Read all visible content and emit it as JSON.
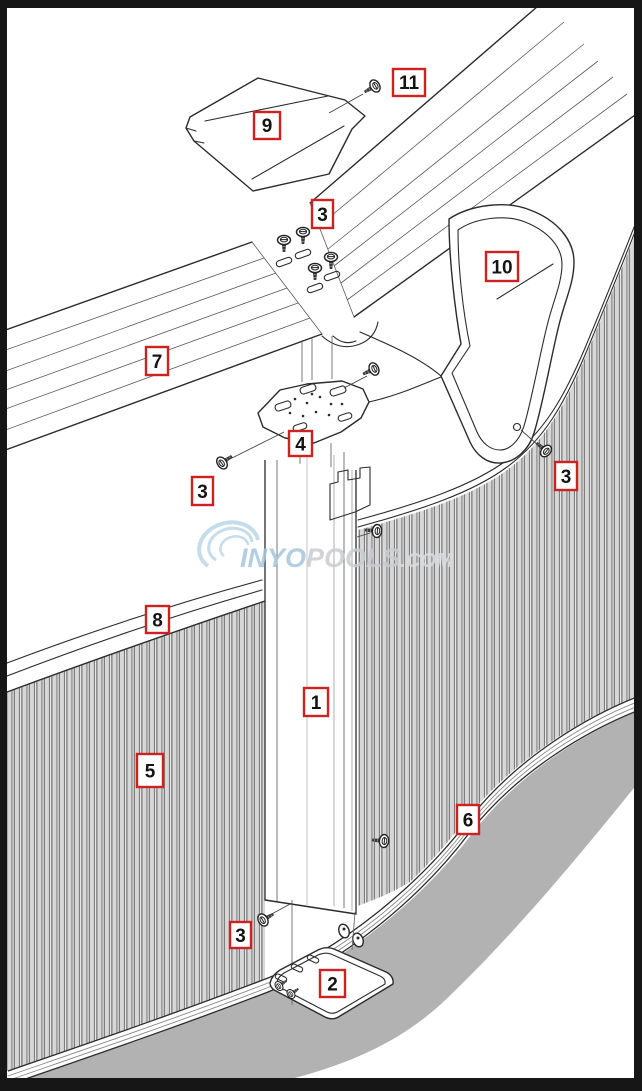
{
  "diagram": {
    "type": "exploded-parts-diagram",
    "subject": "Above-ground pool upright, top rail and wall assembly",
    "labels": [
      {
        "text": "11"
      },
      {
        "text": "9"
      },
      {
        "text": "3"
      },
      {
        "text": "10"
      },
      {
        "text": "7"
      },
      {
        "text": "4"
      },
      {
        "text": "3"
      },
      {
        "text": "3"
      },
      {
        "text": "8"
      },
      {
        "text": "1"
      },
      {
        "text": "5"
      },
      {
        "text": "6"
      },
      {
        "text": "3"
      },
      {
        "text": "2"
      }
    ],
    "watermark": {
      "inyo": "INYO",
      "pools": "POOLS",
      "dotcom": ".COM"
    },
    "colors": {
      "label_border": "#cc2222",
      "outline": "#2b2b2b",
      "wall_light": "#d7d7d7",
      "wall_dark": "#7d7d7d",
      "ground": "#b2b2b2",
      "watermark_blue": "#a6c6dc",
      "watermark_gray": "#c9ccd1",
      "border": "#161616"
    }
  }
}
